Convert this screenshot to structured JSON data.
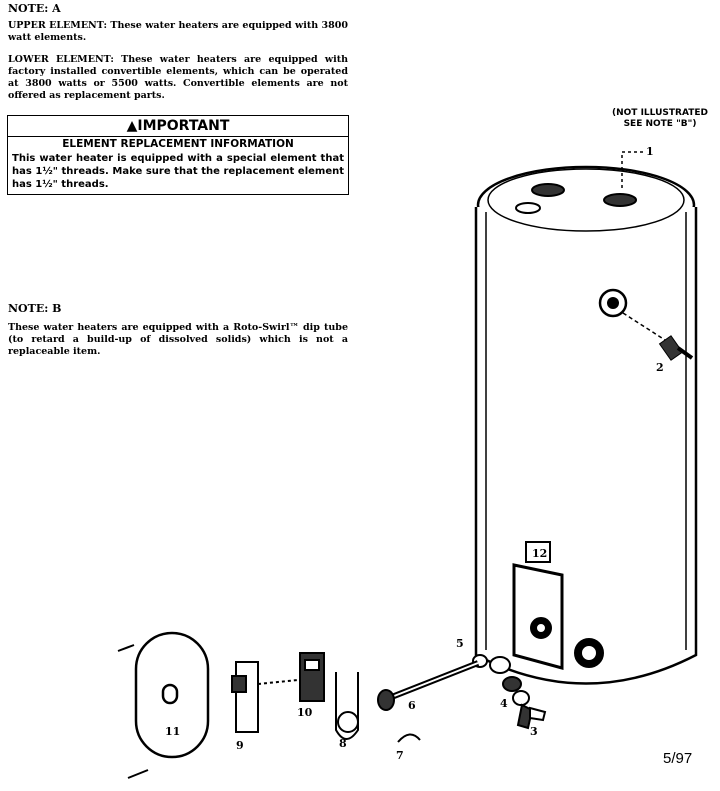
{
  "note_a": {
    "heading": "NOTE: A",
    "upper": "UPPER ELEMENT: These water heaters are equipped with 3800 watt elements.",
    "lower": "LOWER ELEMENT: These water heaters are equipped with factory installed convertible elements, which can be operated at 3800 watts or 5500 watts. Convertible elements are not offered as replacement parts."
  },
  "important": {
    "title": "IMPORTANT",
    "subtitle": "ELEMENT REPLACEMENT INFORMATION",
    "body": "This water heater is equipped with a special element that has 1½\" threads. Make sure that the replacement element has 1½\" threads."
  },
  "note_b": {
    "heading": "NOTE: B",
    "text": "These water heaters are equipped with a Roto-Swirl™ dip tube (to retard a build-up of dissolved solids) which is not a replaceable item."
  },
  "callout": {
    "line1": "(NOT ILLUSTRATED",
    "line2": "SEE NOTE \"B\")"
  },
  "parts": [
    "1",
    "2",
    "3",
    "4",
    "5",
    "6",
    "7",
    "8",
    "9",
    "10",
    "11",
    "12"
  ],
  "date_code": "5/97",
  "icons": {
    "warning": "warning-triangle-icon"
  }
}
